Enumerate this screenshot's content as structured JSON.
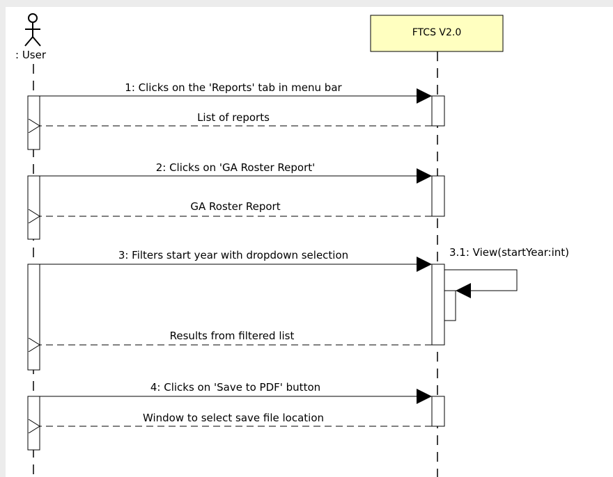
{
  "participants": {
    "actor": {
      "label": ": User",
      "icon": "stick-figure-icon"
    },
    "system": {
      "label": "FTCS V2.0",
      "fill": "#ffffc0"
    }
  },
  "messages": [
    {
      "text": "1: Clicks on the 'Reports' tab in menu bar",
      "kind": "sync",
      "from": "actor",
      "to": "system"
    },
    {
      "text": "List of reports",
      "kind": "return",
      "from": "system",
      "to": "actor"
    },
    {
      "text": "2: Clicks on 'GA Roster Report'",
      "kind": "sync",
      "from": "actor",
      "to": "system"
    },
    {
      "text": "GA Roster Report",
      "kind": "return",
      "from": "system",
      "to": "actor"
    },
    {
      "text": "3: Filters start year with dropdown selection",
      "kind": "sync",
      "from": "actor",
      "to": "system"
    },
    {
      "text": "3.1: View(startYear:int)",
      "kind": "self",
      "from": "system",
      "to": "system"
    },
    {
      "text": "Results from filtered list",
      "kind": "return",
      "from": "system",
      "to": "actor"
    },
    {
      "text": "4: Clicks on 'Save to PDF' button",
      "kind": "sync",
      "from": "actor",
      "to": "system"
    },
    {
      "text": "Window to select save file location",
      "kind": "return",
      "from": "system",
      "to": "actor"
    }
  ],
  "colors": {
    "background": "#ffffff",
    "outer_background": "#ececec",
    "participant_box": "#ffffc0",
    "line": "#000000"
  }
}
